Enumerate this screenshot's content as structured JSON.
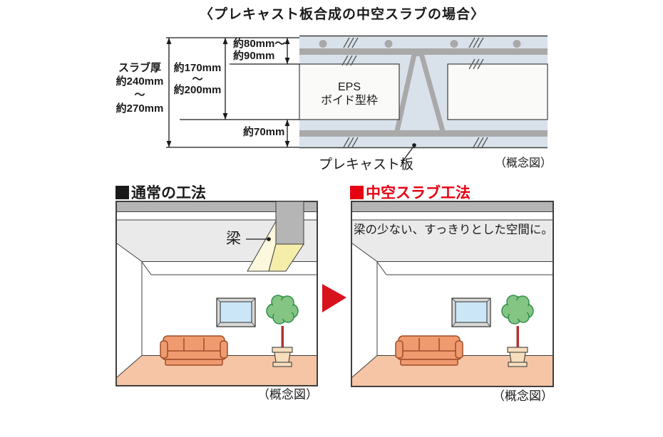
{
  "title": "〈プレキャスト板合成の中空スラブの場合〉",
  "slab_section": {
    "dim_total": {
      "label": "スラブ厚",
      "v1": "約240mm",
      "tilde": "～",
      "v2": "約270mm"
    },
    "dim_mid": {
      "v1": "約170mm",
      "tilde": "～",
      "v2": "約200mm"
    },
    "dim_top": {
      "l1": "約80mm～",
      "l2": "約90mm"
    },
    "dim_bottom": "約70mm",
    "eps": {
      "l1": "EPS",
      "l2": "ボイド型枠"
    },
    "precast_label": "プレキャスト板",
    "caption": "（概念図）"
  },
  "comparison": {
    "normal": {
      "heading": "通常の工法",
      "beam_label": "梁",
      "caption": "（概念図）"
    },
    "hollow": {
      "heading": "中空スラブ工法",
      "note": "梁の少ない、すっきりとした空間に。",
      "caption": "（概念図）"
    }
  },
  "colors": {
    "accent_red": "#e60012",
    "heading_black": "#1a1a1a",
    "slab_concrete_blue": "#d9e2eb",
    "rebar_gray": "#a9a9a9",
    "eps_white": "#fafaf8",
    "room_slab_band_gray": "#b5b5b5",
    "ceiling_gray": "#eaeaea",
    "beam_side_yellow": "#fcf8dd",
    "beam_bottom_yellow": "#f5eeab",
    "floor_salmon": "#f5c5a5",
    "sofa_orange": "#f09a70",
    "sofa_outline": "#9f4c28",
    "plant_green": "#85c584",
    "plant_outline_green": "#2f8f48",
    "trunk_red": "#b23530",
    "pot_tan": "#f7dfbd",
    "window_glass_blue": "#cbe6f7",
    "window_frame_gray": "#d8d8d8"
  }
}
